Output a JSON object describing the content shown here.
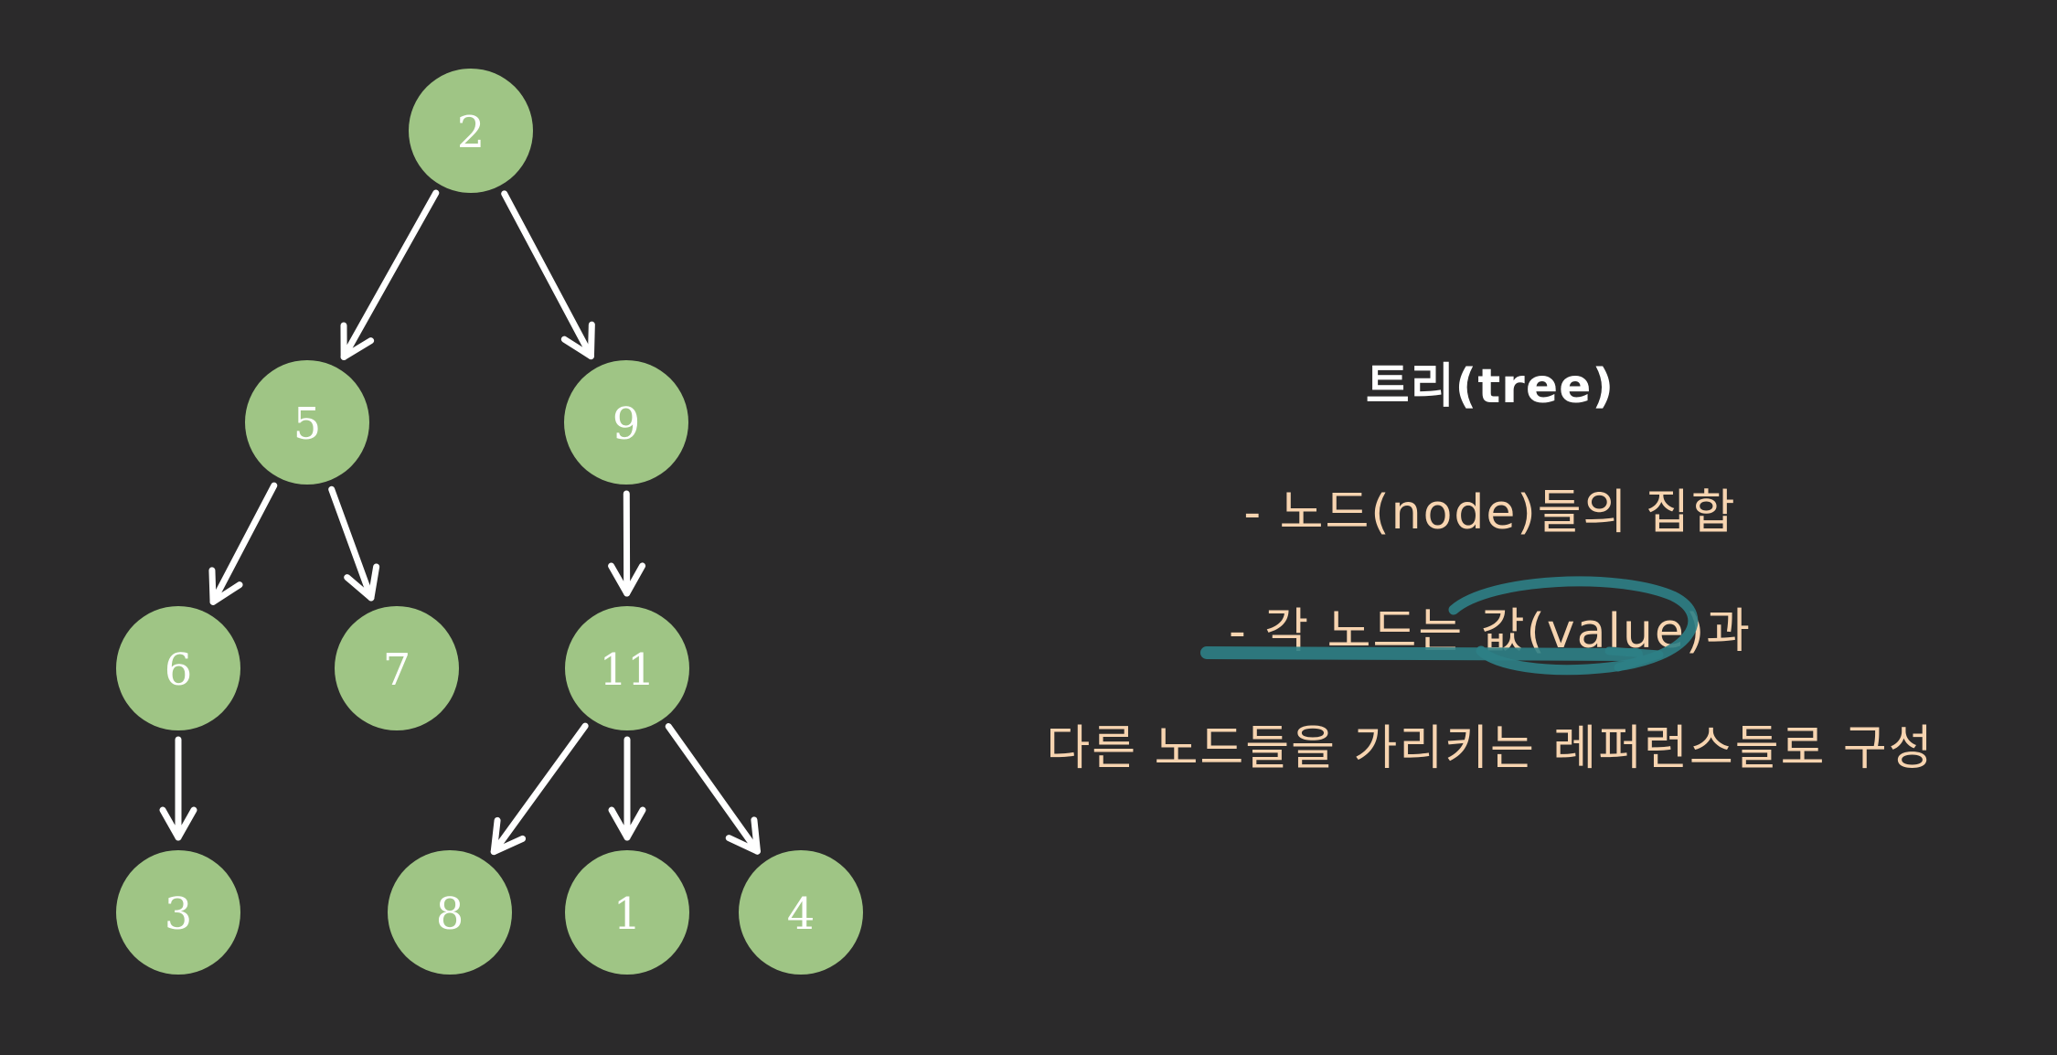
{
  "diagram": {
    "nodes": [
      {
        "id": "n2",
        "label": "2"
      },
      {
        "id": "n5",
        "label": "5"
      },
      {
        "id": "n9",
        "label": "9"
      },
      {
        "id": "n6",
        "label": "6"
      },
      {
        "id": "n7",
        "label": "7"
      },
      {
        "id": "n11",
        "label": "11"
      },
      {
        "id": "n3",
        "label": "3"
      },
      {
        "id": "n8",
        "label": "8"
      },
      {
        "id": "n1",
        "label": "1"
      },
      {
        "id": "n4",
        "label": "4"
      }
    ],
    "edges": [
      {
        "from": "n2",
        "to": "n5"
      },
      {
        "from": "n2",
        "to": "n9"
      },
      {
        "from": "n5",
        "to": "n6"
      },
      {
        "from": "n5",
        "to": "n7"
      },
      {
        "from": "n9",
        "to": "n11"
      },
      {
        "from": "n6",
        "to": "n3"
      },
      {
        "from": "n11",
        "to": "n8"
      },
      {
        "from": "n11",
        "to": "n1"
      },
      {
        "from": "n11",
        "to": "n4"
      }
    ],
    "colors": {
      "background": "#2b2a2b",
      "node": "#9fc585",
      "node_text": "#ffffff",
      "edge": "#ffffff",
      "title_text": "#ffffff",
      "body_text": "#f7d4b0",
      "highlight": "#2e7f86"
    }
  },
  "text": {
    "title": "트리(tree)",
    "line1": "- 노드(node)들의 집합",
    "line2": "- 각 노드는 값(value)과",
    "line3": "다른 노드들을 가리키는 레퍼런스들로 구성"
  }
}
